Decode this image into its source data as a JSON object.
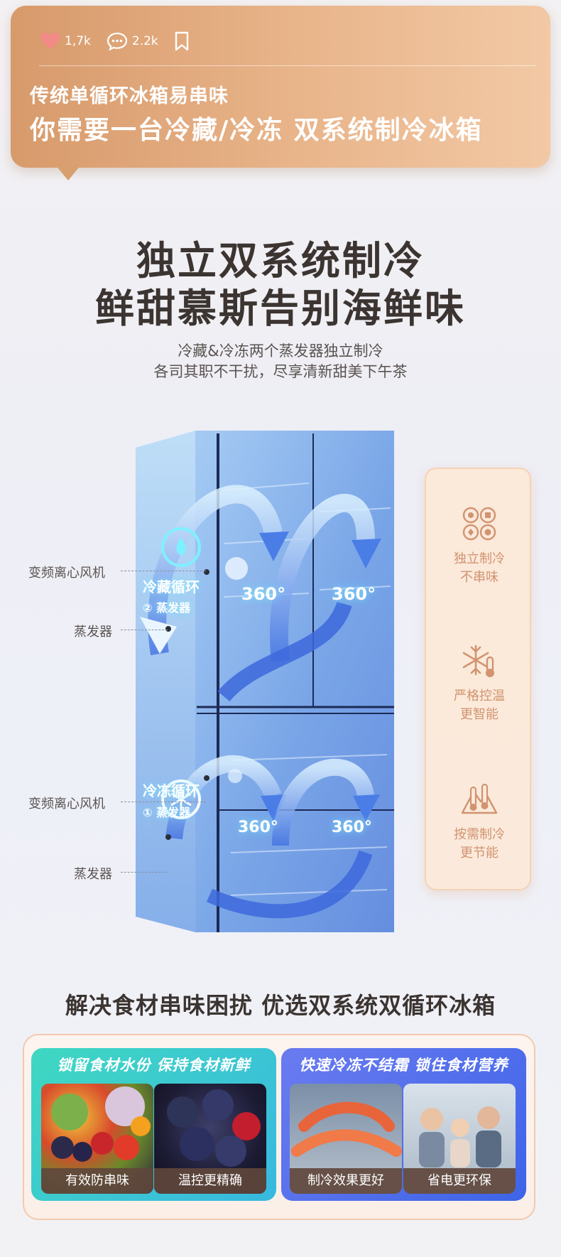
{
  "social": {
    "likes": "1,7k",
    "comments": "2.2k"
  },
  "bubble": {
    "line1": "传统单循环冰箱易串味",
    "line2": "你需要一台冷藏/冷冻 双系统制冷冰箱"
  },
  "headline": {
    "line1": "独立双系统制冷",
    "line2": "鲜甜慕斯告别海鲜味"
  },
  "subline": {
    "line1": "冷藏&冷冻两个蒸发器独立制冷",
    "line2": "各司其职不干扰，尽享清新甜美下午茶"
  },
  "fridge": {
    "upper_fan_label": "变频离心风机",
    "upper_evap_label": "蒸发器",
    "lower_fan_label": "变频离心风机",
    "lower_evap_label": "蒸发器",
    "upper_cycle": "冷藏循环",
    "upper_evap_tag": "② 蒸发器",
    "lower_cycle": "冷冻循环",
    "lower_evap_tag": "① 蒸发器",
    "deg_upper_left": "360°",
    "deg_upper_right": "360°",
    "deg_lower_left": "360°",
    "deg_lower_right": "360°"
  },
  "features": [
    {
      "l1": "独立制冷",
      "l2": "不串味",
      "icon": "grid-fruit-icon"
    },
    {
      "l1": "严格控温",
      "l2": "更智能",
      "icon": "snowflake-thermometer-icon"
    },
    {
      "l1": "按需制冷",
      "l2": "更节能",
      "icon": "thermometers-icon"
    }
  ],
  "bottom": {
    "title": "解决食材串味困扰 优选双系统双循环冰箱",
    "left_head": "锁留食材水份 保持食材新鲜",
    "right_head": "快速冷冻不结霜 锁住食材营养",
    "photos": [
      "有效防串味",
      "温控更精确",
      "制冷效果更好",
      "省电更环保"
    ]
  },
  "colors": {
    "bubble": "#e2a878",
    "feature_text": "#d29370",
    "card_left": "#3fd8c1",
    "card_right": "#5a70ee"
  }
}
